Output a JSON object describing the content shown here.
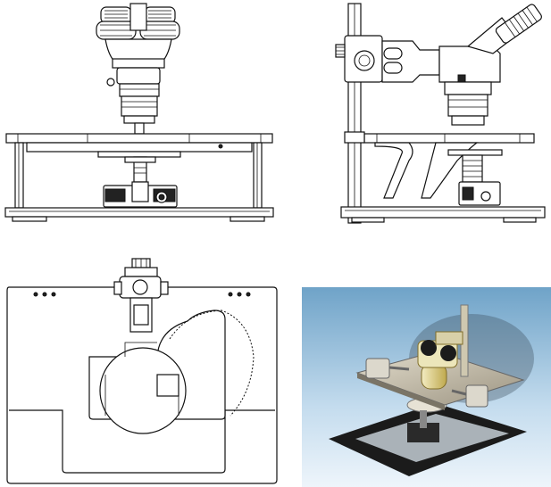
{
  "figure": {
    "panels": [
      {
        "key": "front",
        "kind": "line-drawing"
      },
      {
        "key": "side",
        "kind": "line-drawing"
      },
      {
        "key": "top",
        "kind": "line-drawing"
      },
      {
        "key": "render",
        "kind": "3d-render"
      }
    ]
  },
  "colors": {
    "line": "#111111",
    "paper": "#ffffff",
    "sky_top": "#6fa3c8",
    "sky_bottom": "#eef5fb",
    "stage_metal": "#c8c0a8",
    "microscope_body": "#e8dca0",
    "base_black": "#1b1b1b"
  }
}
